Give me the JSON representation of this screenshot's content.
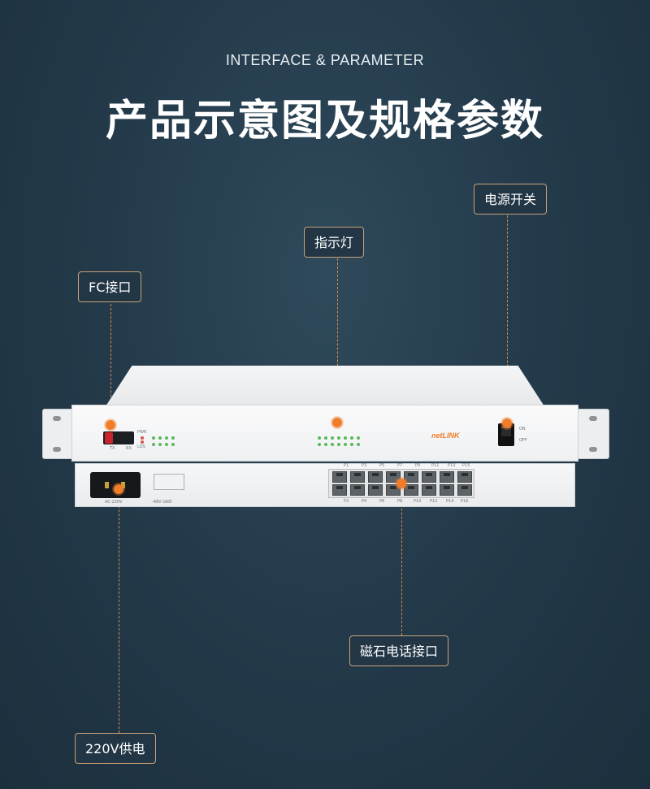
{
  "header": {
    "subtitle": "INTERFACE & PARAMETER",
    "title": "产品示意图及规格参数"
  },
  "callouts": {
    "fc": "FC接口",
    "indicator": "指示灯",
    "power_switch": "电源开关",
    "magneto_phone": "磁石电话接口",
    "power_supply": "220V供电"
  },
  "device": {
    "brand": "netLINK",
    "switch_on": "ON",
    "switch_off": "OFF",
    "ac_label": "AC-220V",
    "dc_label": "-48V GND",
    "fc_tx": "TX",
    "fc_rx": "RX",
    "pwr": "PWR",
    "los": "LOS",
    "port_labels_top": [
      "P1",
      "P3",
      "P5",
      "P7",
      "P9",
      "P11",
      "P13",
      "P15"
    ],
    "port_labels_bottom": [
      "P2",
      "P4",
      "P6",
      "P8",
      "P10",
      "P12",
      "P14",
      "P16"
    ]
  },
  "colors": {
    "background": "#243b4b",
    "accent_orange": "#f07d2a",
    "callout_border": "#c9a27a"
  }
}
